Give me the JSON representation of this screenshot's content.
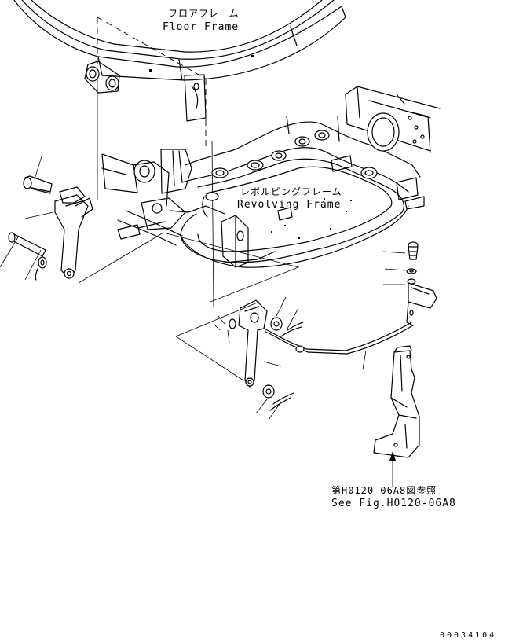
{
  "labels": {
    "floor_frame_jp": "フロアフレーム",
    "floor_frame_en": "Floor Frame",
    "revolving_frame_jp": "レボルビングフレーム",
    "revolving_frame_en": "Revolving Frame",
    "see_fig_jp": "第H0120-06A8図参照",
    "see_fig_en": "See Fig.H0120-06A8",
    "drawing_number": "00034104"
  }
}
